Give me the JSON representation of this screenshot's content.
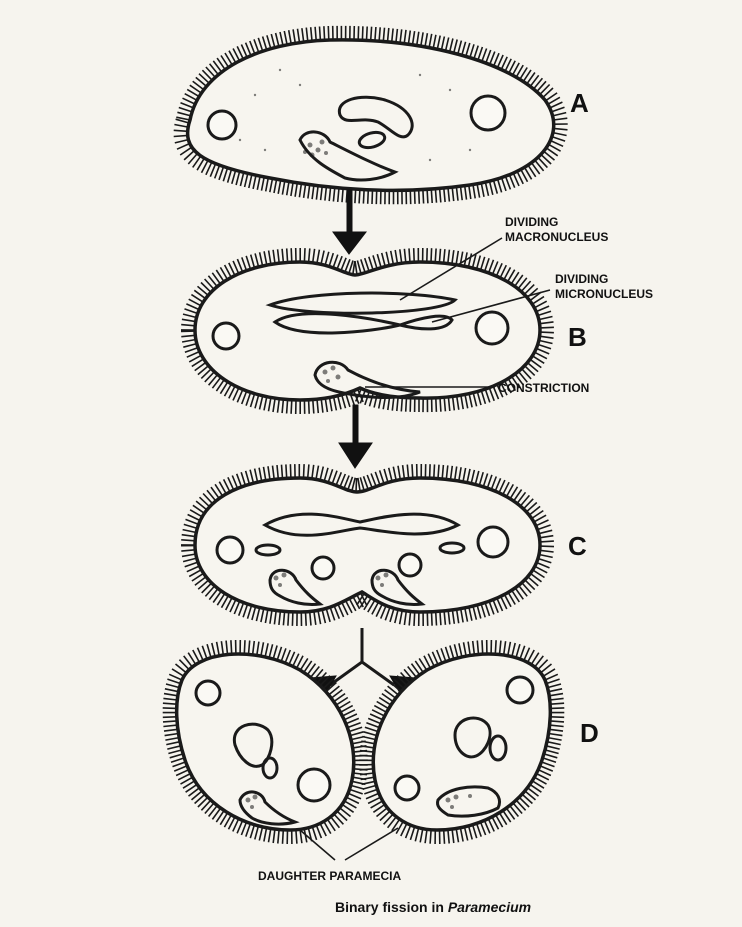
{
  "figure": {
    "stages": [
      {
        "label": "A"
      },
      {
        "label": "B"
      },
      {
        "label": "C"
      },
      {
        "label": "D"
      }
    ],
    "callouts": {
      "macronucleus_line1": "DIVIDING",
      "macronucleus_line2": "MACRONUCLEUS",
      "micronucleus_line1": "DIVIDING",
      "micronucleus_line2": "MICRONUCLEUS",
      "constriction": "CONSTRICTION",
      "daughters": "DAUGHTER PARAMECIA"
    },
    "caption": {
      "prefix": "Binary fission in ",
      "organism": "Paramecium"
    }
  }
}
